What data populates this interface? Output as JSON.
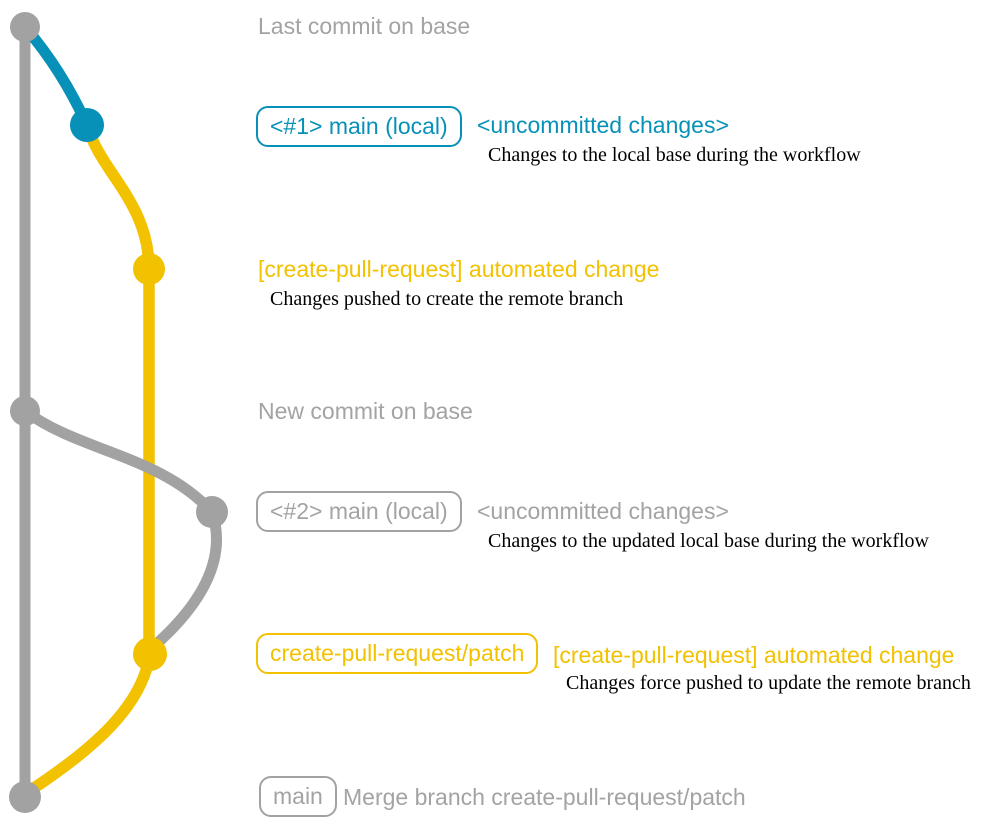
{
  "palette": {
    "gray": "#a2a2a2",
    "gray_text": "#a3a3a3",
    "blue": "#0891b8",
    "yellow": "#f2c100",
    "yellow_text": "#f2c100",
    "note_black": "#000000"
  },
  "graph": {
    "type": "git-branch-diagram",
    "branches": [
      {
        "name": "base",
        "color": "#a2a2a2"
      },
      {
        "name": "main (local)",
        "color": "#0891b8"
      },
      {
        "name": "create-pull-request/patch",
        "color": "#f2c100"
      }
    ],
    "commits": [
      {
        "id": "last-commit-on-base",
        "branch": "base",
        "color": "#a2a2a2"
      },
      {
        "id": "uncommitted-changes-1",
        "branch": "main (local)",
        "color": "#0891b8"
      },
      {
        "id": "automated-change-1",
        "branch": "create-pull-request/patch",
        "color": "#f2c100"
      },
      {
        "id": "new-commit-on-base",
        "branch": "base",
        "color": "#a2a2a2"
      },
      {
        "id": "uncommitted-changes-2",
        "branch": "main (local)",
        "color": "#a2a2a2"
      },
      {
        "id": "automated-change-2",
        "branch": "create-pull-request/patch",
        "color": "#f2c100"
      },
      {
        "id": "merge-commit",
        "branch": "base",
        "color": "#a2a2a2"
      }
    ]
  },
  "rows": {
    "r1": {
      "title": "Last commit on base"
    },
    "r2": {
      "label": "<#1> main (local)",
      "message": "<uncommitted changes>",
      "note": "Changes to the local base during the workflow"
    },
    "r3": {
      "message": "[create-pull-request] automated change",
      "note": "Changes pushed to create the remote branch"
    },
    "r4": {
      "title": "New commit on base"
    },
    "r5": {
      "label": "<#2> main (local)",
      "message": "<uncommitted changes>",
      "note": "Changes to the updated local base during the workflow"
    },
    "r6": {
      "label": "create-pull-request/patch",
      "message": "[create-pull-request] automated change",
      "note": "Changes force pushed to update the remote branch"
    },
    "r7": {
      "label": "main",
      "message": "Merge branch create-pull-request/patch"
    }
  }
}
